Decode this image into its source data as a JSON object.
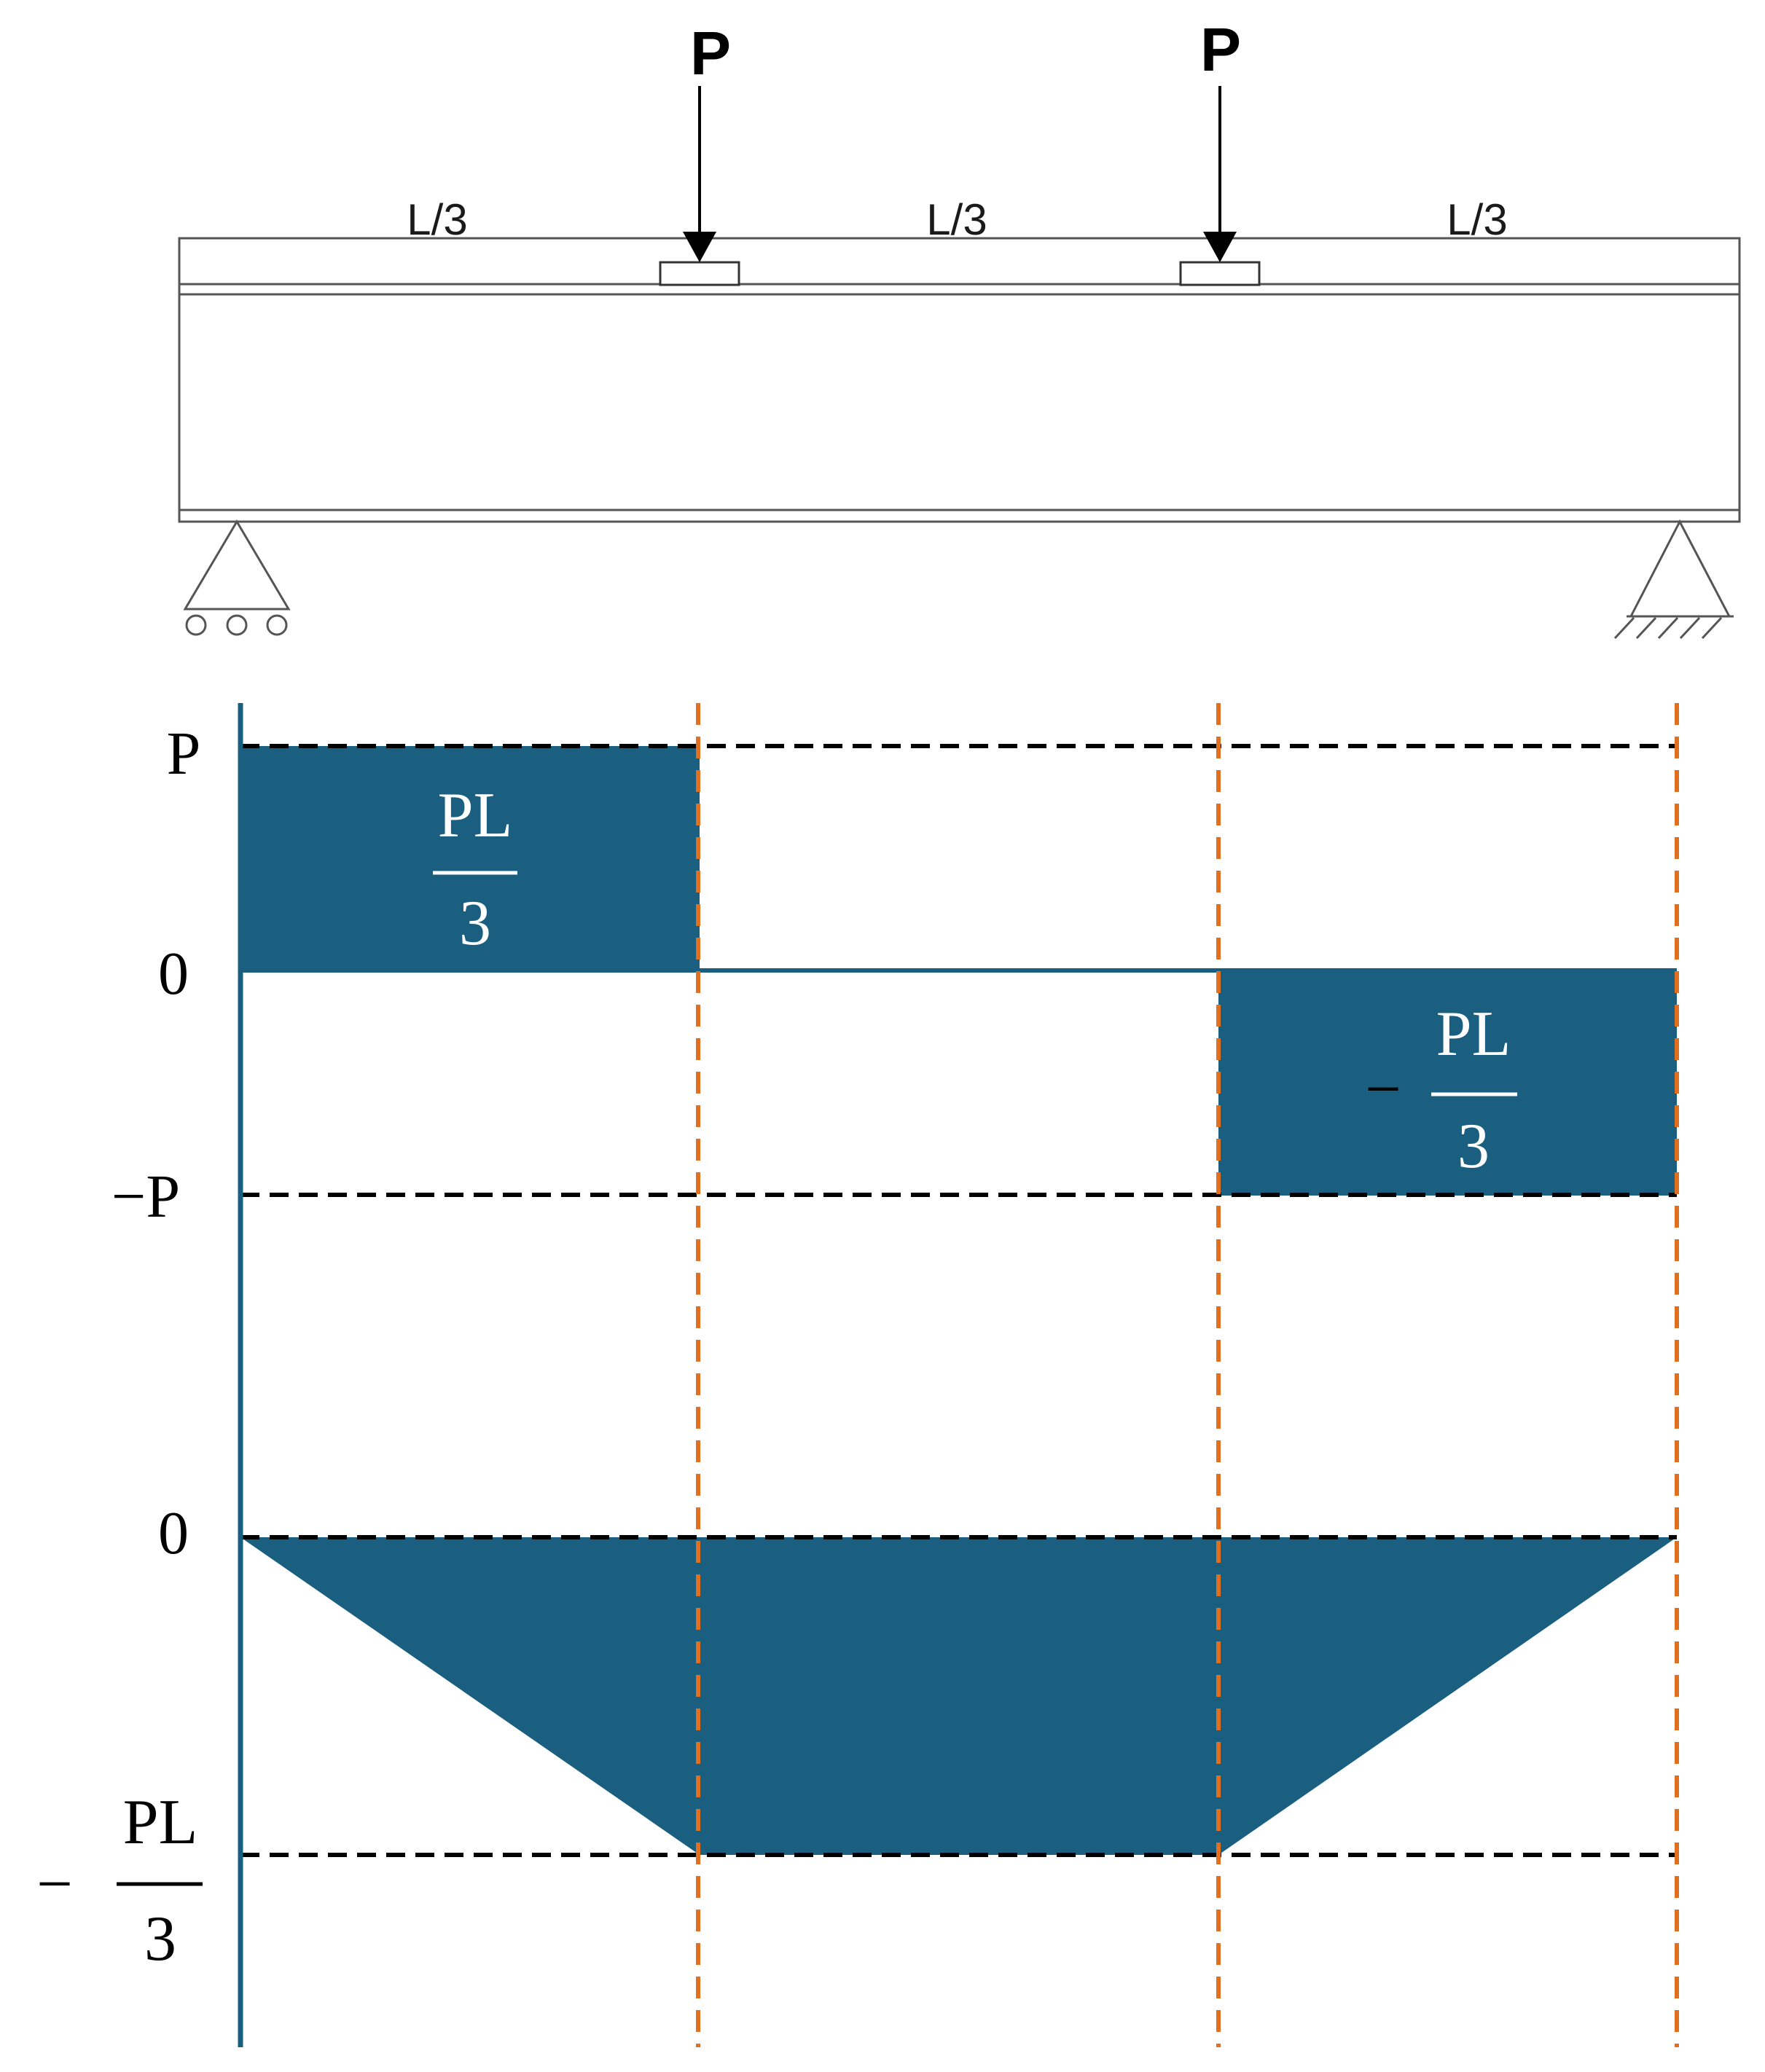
{
  "beam": {
    "loads": [
      {
        "label": "P"
      },
      {
        "label": "P"
      }
    ],
    "span_labels": [
      "L/3",
      "L/3",
      "L/3"
    ],
    "supports": [
      "roller",
      "pin"
    ]
  },
  "shear_diagram": {
    "axis_labels": {
      "top": "P",
      "zero": "0",
      "bottom": "−P"
    },
    "region_labels": {
      "left": {
        "sign": "",
        "numerator": "PL",
        "denominator": "3"
      },
      "right": {
        "sign": "−",
        "numerator": "PL",
        "denominator": "3"
      }
    }
  },
  "moment_diagram": {
    "axis_labels": {
      "zero": "0",
      "min": {
        "sign": "−",
        "numerator": "PL",
        "denominator": "3"
      }
    }
  },
  "colors": {
    "fill": "#1a5f80",
    "axis": "#1a5f80",
    "divider": "#e07020",
    "reference": "#000000",
    "beam_line": "#555555"
  }
}
